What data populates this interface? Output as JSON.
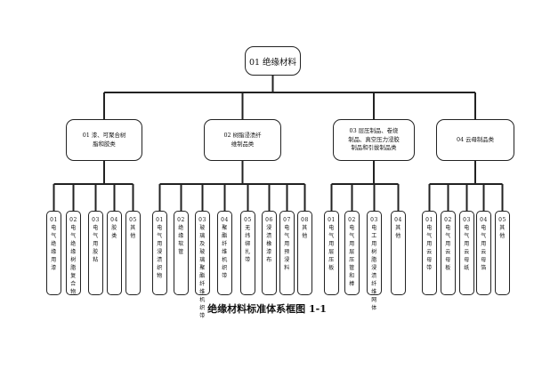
{
  "root": {
    "label": "01 绝缘材料"
  },
  "categories": [
    {
      "label": "01 漆、可聚合树\n脂和胶类",
      "children": [
        "01\n电\n气\n绝\n缘\n用\n漆",
        "02\n电\n气\n绝\n缘\n树\n脂\n复\n合\n物",
        "03\n电\n气\n用\n胶\n粘",
        "04\n胶\n类",
        "05\n其\n他"
      ]
    },
    {
      "label": "02 树脂浸渍纤\n维制品类",
      "children": [
        "01\n电\n气\n用\n浸\n渍\n织\n物",
        "02\n绝\n缘\n软\n管",
        "03\n玻\n璃\n及\n玻\n璃\n聚\n酯\n纤\n维\n机\n织\n带",
        "04\n聚\n酯\n纤\n维\n机\n织\n带",
        "05\n无\n纬\n绑\n扎\n带",
        "06\n浸\n渍\n橡\n漆\n布",
        "07\n电\n气\n用\n预\n浸\n料",
        "08\n其\n他"
      ]
    },
    {
      "label": "03 层压制品、卷烧\n制品、真空压力浸胶\n制品和引拔制品类",
      "children": [
        "01\n电\n气\n用\n层\n压\n板",
        "02\n电\n气\n用\n层\n压\n管\n和\n棒",
        "03\n电\n工\n用\n树\n脂\n浸\n渍\n纤\n维\n网\n体",
        "04\n其\n他"
      ]
    },
    {
      "label": "04 云母制品类",
      "children": [
        "01\n电\n气\n用\n云\n母\n带",
        "02\n电\n气\n用\n云\n母\n板",
        "03\n电\n气\n用\n云\n母\n纸",
        "04\n电\n气\n用\n云\n母\n箔",
        "05\n其\n他"
      ]
    }
  ],
  "caption": "绝缘材料标准体系框图 1-1",
  "colors": {
    "line": "#222222",
    "background": "#ffffff"
  }
}
